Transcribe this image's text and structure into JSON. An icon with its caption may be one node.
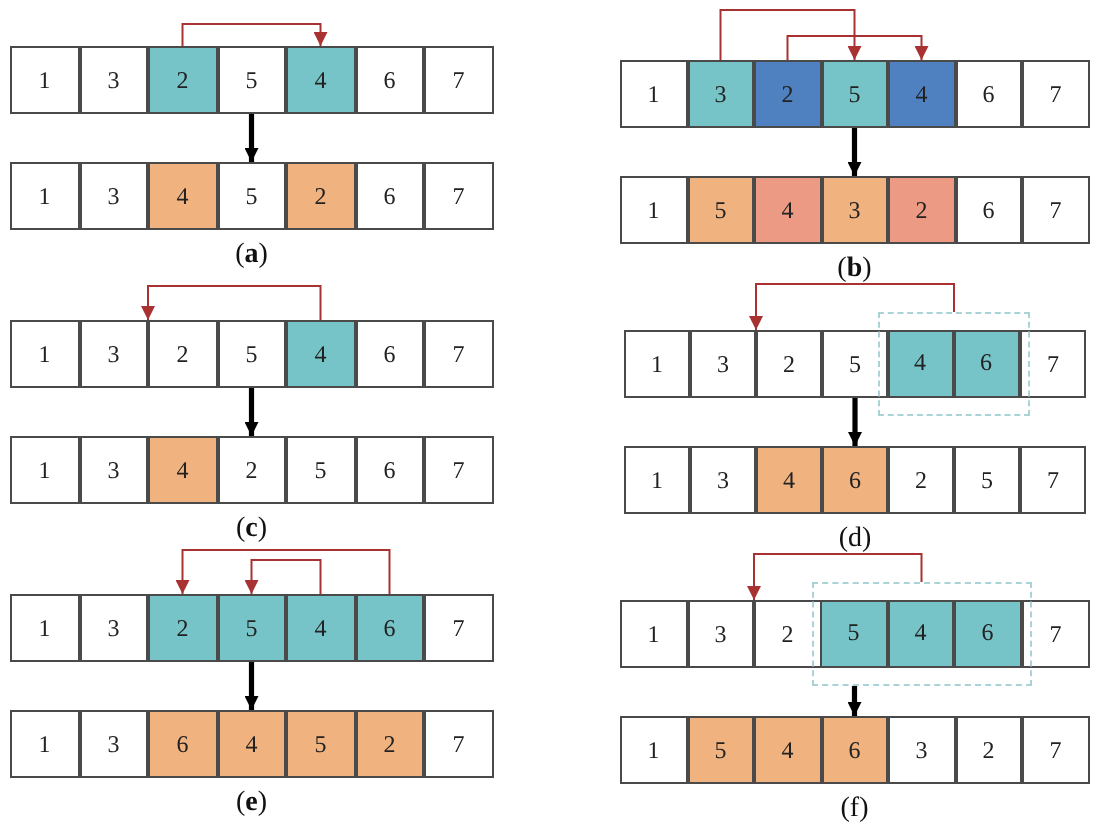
{
  "diagram": {
    "nodes": [
      {
        "text": [
          "1"
        ]
      },
      {
        "text": [
          "3"
        ]
      },
      {
        "text": [
          "2"
        ]
      },
      {
        "text": [
          "5"
        ]
      },
      {
        "text": [
          "4"
        ]
      },
      {
        "text": [
          "6"
        ]
      },
      {
        "text": [
          "7"
        ]
      },
      {
        "text": [
          "1"
        ]
      },
      {
        "text": [
          "3"
        ]
      },
      {
        "text": [
          "4"
        ]
      },
      {
        "text": [
          "5"
        ]
      },
      {
        "text": [
          "2"
        ]
      },
      {
        "text": [
          "6"
        ]
      },
      {
        "text": [
          "7"
        ]
      },
      {
        "text": [
          "1"
        ]
      },
      {
        "text": [
          "3"
        ]
      },
      {
        "text": [
          "2"
        ]
      },
      {
        "text": [
          "5"
        ]
      },
      {
        "text": [
          "4"
        ]
      },
      {
        "text": [
          "6"
        ]
      },
      {
        "text": [
          "7"
        ]
      },
      {
        "text": [
          "1"
        ]
      },
      {
        "text": [
          "5"
        ]
      },
      {
        "text": [
          "4"
        ]
      },
      {
        "text": [
          "3"
        ]
      },
      {
        "text": [
          "2"
        ]
      },
      {
        "text": [
          "6"
        ]
      },
      {
        "text": [
          "7"
        ]
      },
      {
        "text": [
          "1"
        ]
      },
      {
        "text": [
          "3"
        ]
      },
      {
        "text": [
          "2"
        ]
      },
      {
        "text": [
          "5"
        ]
      },
      {
        "text": [
          "4"
        ]
      },
      {
        "text": [
          "6"
        ]
      },
      {
        "text": [
          "7"
        ]
      },
      {
        "text": [
          "1"
        ]
      },
      {
        "text": [
          "3"
        ]
      },
      {
        "text": [
          "4"
        ]
      },
      {
        "text": [
          "2"
        ]
      },
      {
        "text": [
          "5"
        ]
      },
      {
        "text": [
          "6"
        ]
      },
      {
        "text": [
          "7"
        ]
      },
      {
        "text": [],
        "shape": "box"
      },
      {
        "text": [
          "1"
        ]
      },
      {
        "text": [
          "3"
        ]
      },
      {
        "text": [
          "2"
        ]
      },
      {
        "text": [
          "5"
        ]
      },
      {
        "text": [
          "4"
        ],
        "in": 42
      },
      {
        "text": [
          "6"
        ],
        "in": 42
      },
      {
        "text": [
          "7"
        ]
      },
      {
        "text": [
          "1"
        ]
      },
      {
        "text": [
          "3"
        ]
      },
      {
        "text": [
          "4"
        ]
      },
      {
        "text": [
          "6"
        ]
      },
      {
        "text": [
          "2"
        ]
      },
      {
        "text": [
          "5"
        ]
      },
      {
        "text": [
          "7"
        ]
      },
      {
        "text": [
          "1"
        ]
      },
      {
        "text": [
          "3"
        ]
      },
      {
        "text": [
          "2"
        ]
      },
      {
        "text": [
          "5"
        ]
      },
      {
        "text": [
          "4"
        ]
      },
      {
        "text": [
          "6"
        ]
      },
      {
        "text": [
          "7"
        ]
      },
      {
        "text": [
          "1"
        ]
      },
      {
        "text": [
          "3"
        ]
      },
      {
        "text": [
          "6"
        ]
      },
      {
        "text": [
          "4"
        ]
      },
      {
        "text": [
          "5"
        ]
      },
      {
        "text": [
          "2"
        ]
      },
      {
        "text": [
          "7"
        ]
      },
      {
        "text": [],
        "shape": "box"
      },
      {
        "text": [
          "1"
        ]
      },
      {
        "text": [
          "3"
        ]
      },
      {
        "text": [
          "2"
        ]
      },
      {
        "text": [
          "5"
        ],
        "in": 71
      },
      {
        "text": [
          "4"
        ],
        "in": 71
      },
      {
        "text": [
          "6"
        ],
        "in": 71
      },
      {
        "text": [
          "7"
        ]
      },
      {
        "text": [
          "1"
        ]
      },
      {
        "text": [
          "5"
        ]
      },
      {
        "text": [
          "4"
        ]
      },
      {
        "text": [
          "6"
        ]
      },
      {
        "text": [
          "3"
        ]
      },
      {
        "text": [
          "2"
        ]
      },
      {
        "text": [
          "7"
        ]
      }
    ],
    "edges": [
      {
        "from": 2,
        "to": 4,
        "arrow": "to"
      },
      {
        "from": 3,
        "to": 10,
        "arrow": "to",
        "style": "thick",
        "color": "#000000"
      },
      {
        "from": 15,
        "to": 17,
        "arrow": "to"
      },
      {
        "from": 16,
        "to": 18,
        "arrow": "to"
      },
      {
        "from": 17,
        "to": 24,
        "arrow": "to",
        "style": "thick",
        "color": "#000000"
      },
      {
        "from": 32,
        "to": 30,
        "arrow": "to"
      },
      {
        "from": 31,
        "to": 38,
        "arrow": "to",
        "style": "thick",
        "color": "#000000"
      },
      {
        "from": 42,
        "to": 45,
        "arrow": "to"
      },
      {
        "from": 46,
        "to": 53,
        "arrow": "to",
        "style": "thick",
        "color": "#000000"
      },
      {
        "from": 62,
        "to": 59,
        "arrow": "to"
      },
      {
        "from": 61,
        "to": 60,
        "arrow": "to"
      },
      {
        "from": 60,
        "to": 67,
        "arrow": "to",
        "style": "thick",
        "color": "#000000"
      },
      {
        "from": 71,
        "to": 74,
        "arrow": "to"
      },
      {
        "from": 71,
        "to": 82,
        "arrow": "to",
        "style": "thick",
        "color": "#000000"
      }
    ],
    "labels": [
      "(**a**)",
      "(**b**)",
      "(**c**)",
      "(d)",
      "(**e**)",
      "(f)"
    ]
  }
}
